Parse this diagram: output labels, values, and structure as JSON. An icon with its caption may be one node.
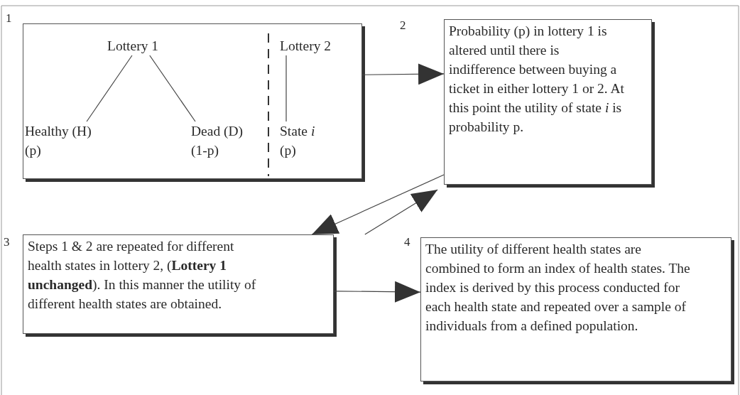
{
  "diagram": {
    "nodes": [
      {
        "text": [],
        "shape": "box",
        "beside": [
          "1"
        ]
      },
      {
        "text": [
          "Lottery 1"
        ],
        "in": 0
      },
      {
        "text": [
          "Healthy (H)",
          "(p)"
        ],
        "in": 0
      },
      {
        "text": [
          "Dead (D)",
          "(1-p)"
        ],
        "in": 0
      },
      {
        "text": [
          "Lottery 2"
        ],
        "in": 0
      },
      {
        "text": [
          "State *i*",
          "(p)"
        ],
        "in": 0
      },
      {
        "text": [
          "Probability (p) in lottery 1 is altered until there is indifference between buying a ticket in either lottery 1 or 2. At this point the utility of state *i*  is probability p."
        ],
        "beside": [
          "2"
        ]
      },
      {
        "text": [
          "Steps 1 & 2 are repeated for different health states in lottery 2, (**Lottery 1 unchanged**). In this manner the utility of different health states are obtained."
        ],
        "beside": [
          "3"
        ]
      },
      {
        "text": [
          "The utility of different health states are combined to form an index of health states. The index is derived by this process conducted for each health state and repeated over a sample of individuals from a defined population."
        ],
        "beside": [
          "4"
        ]
      }
    ],
    "edges": [
      {
        "from": 1,
        "to": 2,
        "arrow": "none"
      },
      {
        "from": 1,
        "to": 3,
        "arrow": "none"
      },
      {
        "from": 4,
        "to": 5,
        "arrow": "none"
      },
      {
        "from": 0,
        "to": 6,
        "arrow": "to"
      },
      {
        "from": 6,
        "to": 7,
        "arrow": "to"
      },
      {
        "from": 7,
        "to": 6,
        "arrow": "to"
      },
      {
        "from": 7,
        "to": 8,
        "arrow": "to"
      }
    ]
  }
}
